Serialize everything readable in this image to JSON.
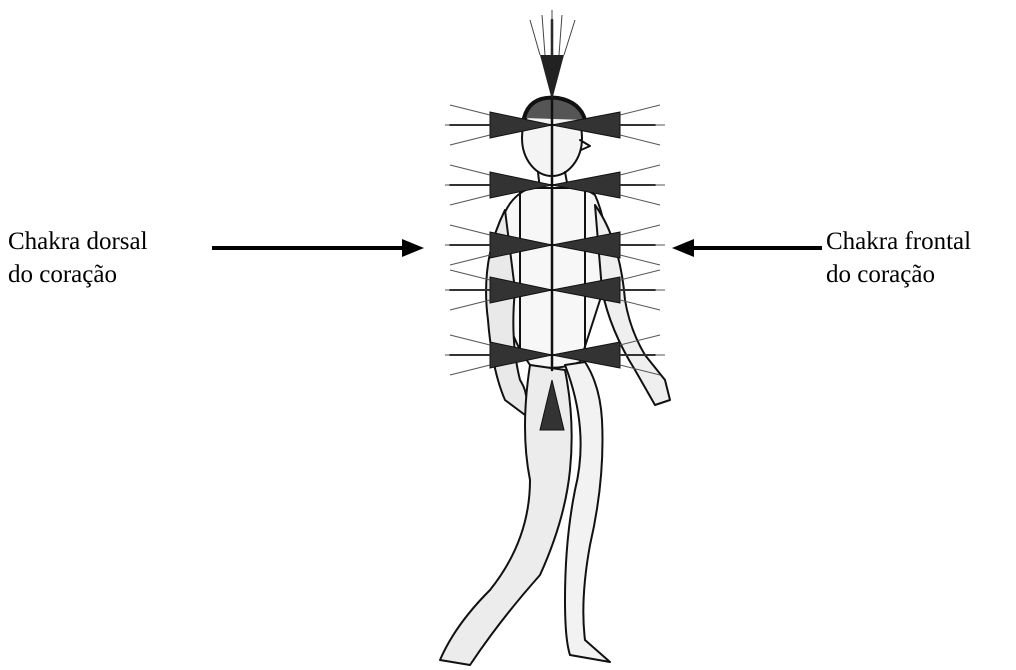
{
  "labels": {
    "left": {
      "line1": "Chakra dorsal",
      "line2": "do coração"
    },
    "right": {
      "line1": "Chakra frontal",
      "line2": "do coração"
    }
  },
  "colors": {
    "ink": "#000000",
    "background": "#ffffff"
  }
}
